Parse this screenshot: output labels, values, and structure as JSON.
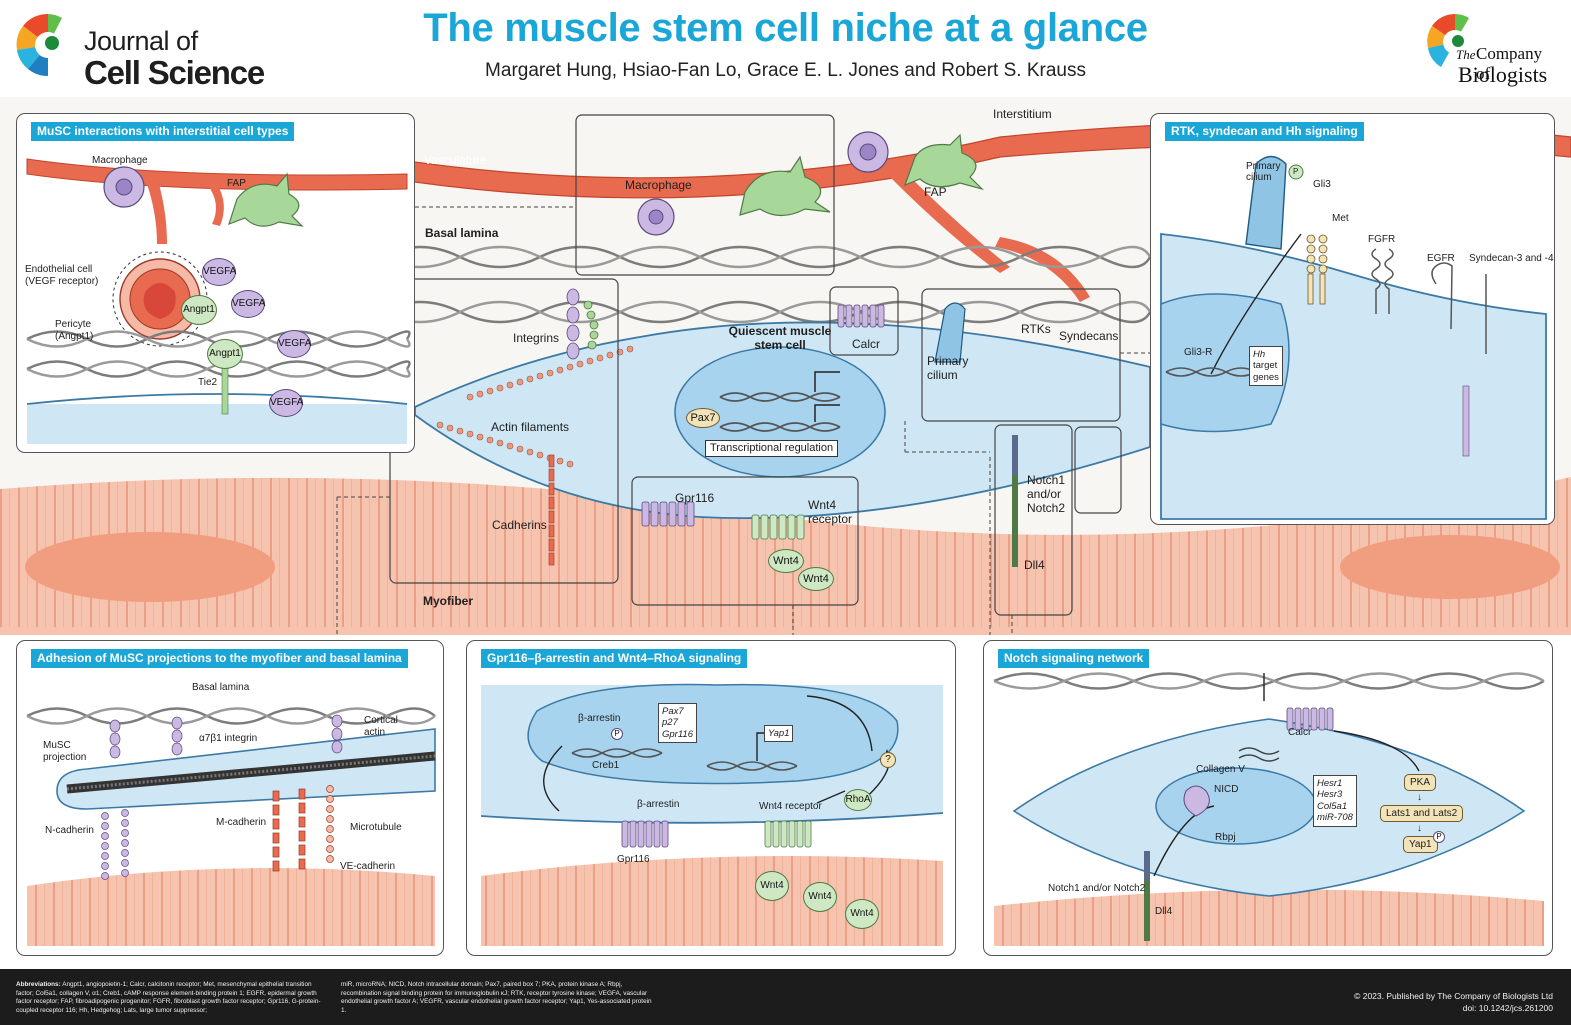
{
  "header": {
    "journal_line1": "Journal of",
    "journal_line2": "Cell Science",
    "title": "The muscle stem cell niche at a glance",
    "authors": "Margaret Hung, Hsiao-Fan Lo, Grace E. L. Jones and Robert S. Krauss",
    "publisher_the": "The",
    "publisher_company": "Company of",
    "publisher_biologists": "Biologists"
  },
  "scene": {
    "interstitium": "Interstitium",
    "vasculature": "Vasculature",
    "basal_lamina": "Basal lamina",
    "macrophage": "Macrophage",
    "fap": "FAP",
    "integrins": "Integrins",
    "actin_filaments": "Actin filaments",
    "cadherins": "Cadherins",
    "quiescent_line1": "Quiescent muscle",
    "quiescent_line2": "stem cell",
    "calcr": "Calcr",
    "primary_cilium_line1": "Primary",
    "primary_cilium_line2": "cilium",
    "rtks": "RTKs",
    "syndecans": "Syndecans",
    "pax7": "Pax7",
    "transcriptional_regulation": "Transcriptional regulation",
    "gpr116": "Gpr116",
    "wnt4_receptor_line1": "Wnt4",
    "wnt4_receptor_line2": "receptor",
    "wnt4": "Wnt4",
    "notch_line1": "Notch1",
    "notch_line2": "and/or",
    "notch_line3": "Notch2",
    "dll4": "Dll4",
    "myofiber": "Myofiber"
  },
  "panel_musc": {
    "title": "MuSC interactions with interstitial cell types",
    "macrophage": "Macrophage",
    "fap": "FAP",
    "endothelial_line1": "Endothelial cell",
    "endothelial_line2": "(VEGF receptor)",
    "pericyte_line1": "Pericyte",
    "pericyte_line2": "(Angpt1)",
    "vegfa": "VEGFA",
    "angpt1": "Angpt1",
    "tie2": "Tie2"
  },
  "panel_rtk": {
    "title": "RTK, syndecan and Hh signaling",
    "primary_cilium_line1": "Primary",
    "primary_cilium_line2": "cilium",
    "p": "P",
    "gli3": "Gli3",
    "met": "Met",
    "fgfr": "FGFR",
    "egfr": "EGFR",
    "syndecan": "Syndecan-3 and -4",
    "gli3r": "Gli3-R",
    "hh_line1": "Hh",
    "hh_line2": "target",
    "hh_line3": "genes"
  },
  "panel_adhesion": {
    "title": "Adhesion of MuSC projections to the myofiber and basal lamina",
    "basal_lamina": "Basal lamina",
    "cortical_line1": "Cortical",
    "cortical_line2": "actin",
    "musc_line1": "MuSC",
    "musc_line2": "projection",
    "integrin": "α7β1 integrin",
    "n_cadherin": "N-cadherin",
    "m_cadherin": "M-cadherin",
    "microtubule": "Microtubule",
    "ve_cadherin": "VE-cadherin"
  },
  "panel_gpr": {
    "title": "Gpr116–β-arrestin and Wnt4–RhoA signaling",
    "beta_arrestin": "β-arrestin",
    "p": "P",
    "creb1": "Creb1",
    "gene_pax7": "Pax7",
    "gene_p27": "p27",
    "gene_gpr116": "Gpr116",
    "yap1": "Yap1",
    "question": "?",
    "rhoa": "RhoA",
    "beta_arrestin2": "β-arrestin",
    "wnt4_receptor": "Wnt4 receptor",
    "gpr116": "Gpr116",
    "wnt4": "Wnt4"
  },
  "panel_notch": {
    "title": "Notch signaling network",
    "collagen": "Collagen V",
    "calcr": "Calcr",
    "nicd": "NICD",
    "rbpj": "Rbpj",
    "gene_hesr1": "Hesr1",
    "gene_hesr3": "Hesr3",
    "gene_col5a1": "Col5a1",
    "gene_mir708": "miR-708",
    "pka": "PKA",
    "lats": "Lats1 and Lats2",
    "yap1": "Yap1",
    "p": "P",
    "notch": "Notch1 and/or Notch2",
    "dll4": "Dll4"
  },
  "footer": {
    "abbr_label": "Abbreviations:",
    "abbr_text_1": "Angpt1, angiopoietin-1; Calcr, calcitonin receptor; Met, mesenchymal epithelial transition factor; Col5a1, collagen V, α1; Creb1, cAMP response element-binding protein 1; EGFR, epidermal growth factor receptor; FAP, fibroadipogenic progenitor; FGFR, fibroblast growth factor receptor; Gpr116, G-protein-coupled receptor 116; Hh, Hedgehog; Lats, large tumor suppressor;",
    "abbr_text_2": "miR, microRNA; NICD, Notch intracellular domain; Pax7, paired box 7; PKA, protein kinase A; Rbpj, recombination signal binding protein for immunoglobulin κJ; RTK, receptor tyrosine kinase; VEGFA, vascular endothelial growth factor A; VEGFR, vascular endothelial growth factor receptor; Yap1, Yes-associated protein 1.",
    "copyright": "© 2023. Published by The Company of Biologists Ltd",
    "doi": "doi: 10.1242/jcs.261200"
  },
  "colors": {
    "accent": "#1aa6d6",
    "vessel": "#e86a4f",
    "cell_fill": "#cfe7f5",
    "fiber": "#f6c3ae",
    "fap": "#a8d79a",
    "macrophage": "#cbb9e4"
  }
}
